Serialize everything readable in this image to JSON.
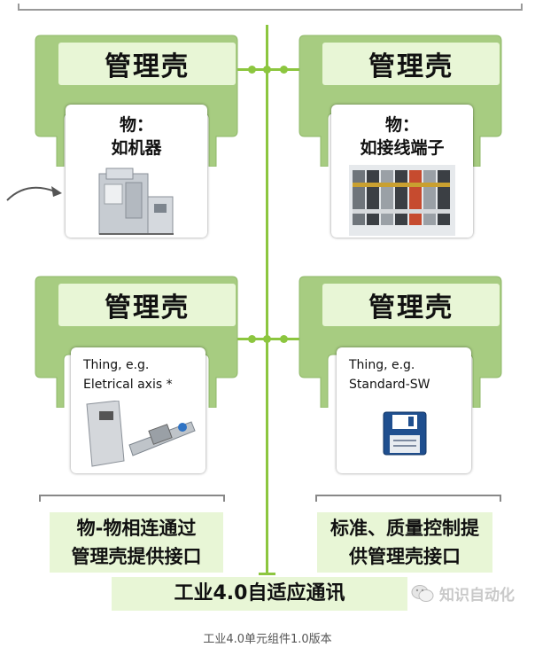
{
  "shell_label": "管理壳",
  "cards": {
    "top_left": {
      "line1": "物：",
      "line2": "如机器"
    },
    "top_right": {
      "line1": "物：",
      "line2": "如接线端子"
    },
    "bottom_left": {
      "line1": "Thing, e.g.",
      "line2": "Eletrical axis *"
    },
    "bottom_right": {
      "line1": "Thing, e.g.",
      "line2": "Standard-SW"
    }
  },
  "captions": {
    "left_line1": "物-物相连通过",
    "left_line2": "管理壳提供接口",
    "right_line1": "标准、质量控制提",
    "right_line2": "供管理壳接口",
    "bottom": "工业4.0自适应通讯"
  },
  "watermark": "知识自动化",
  "figure_caption": "工业4.0单元组件1.0版本",
  "colors": {
    "shell_green": "#a7cc81",
    "accent_green": "#8cc63f",
    "label_bg": "#e8f6d6"
  }
}
